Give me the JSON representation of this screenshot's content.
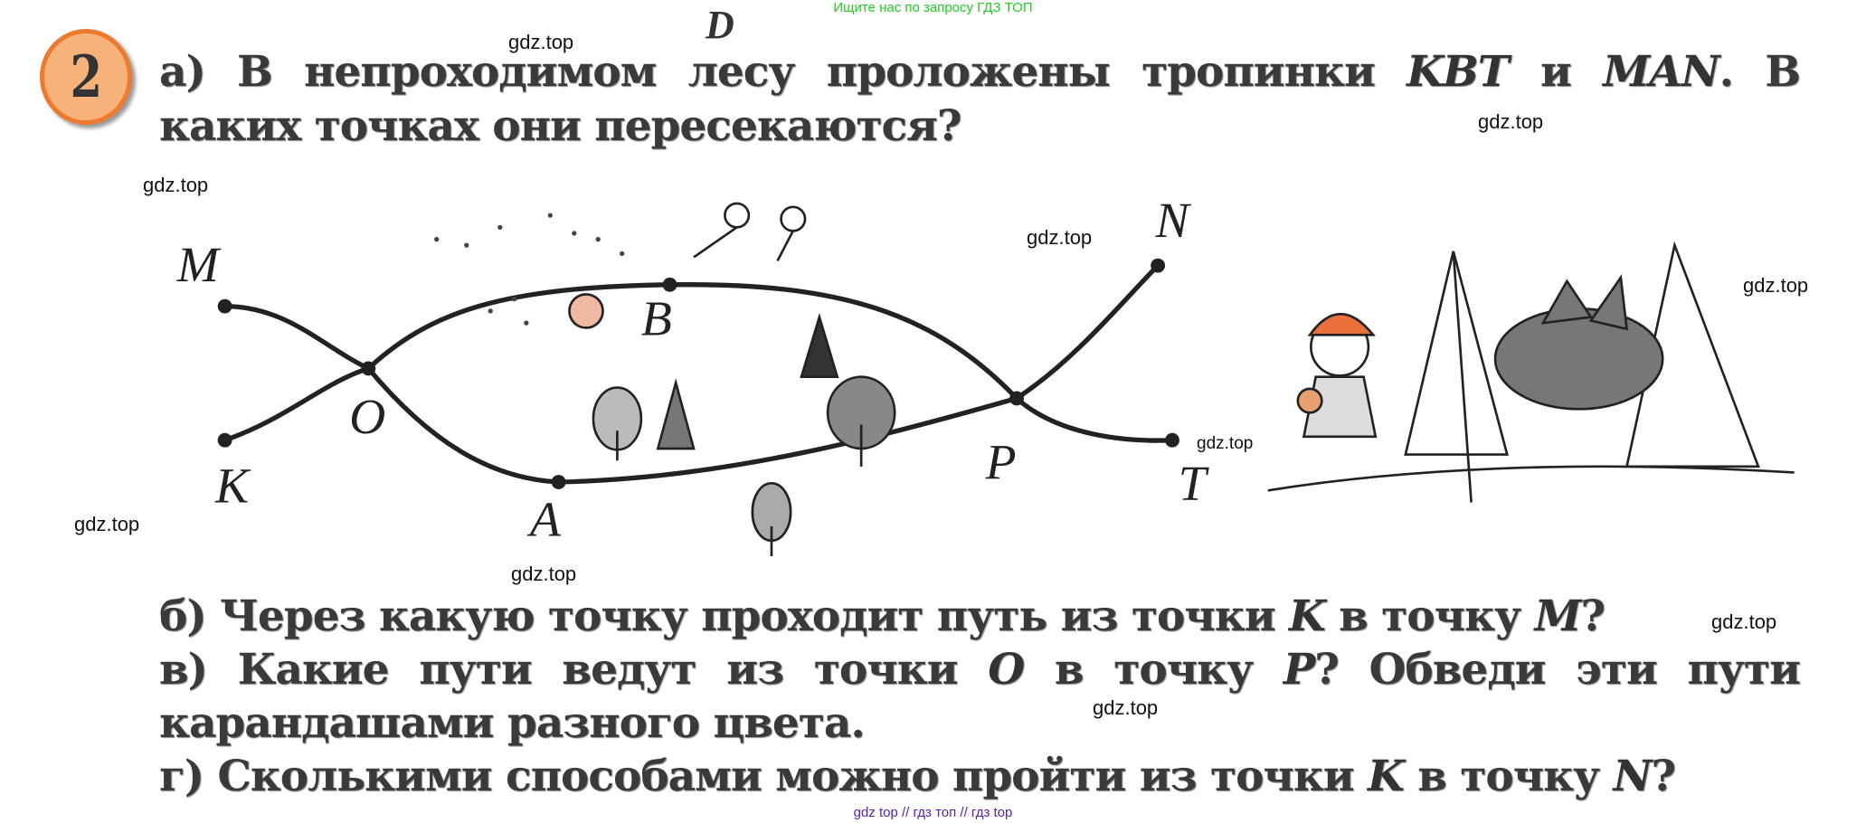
{
  "header_note": "Ищите нас по запросу ГДЗ ТОП",
  "task_number": "2",
  "fragment_letter": "D",
  "part_a": {
    "prefix": "а) В непроходимом лесу проложены тропинки ",
    "path1": "KBT",
    "middle": " и ",
    "path2": "MAN",
    "suffix": ". В",
    "line2": "каких точках они пересекаются?"
  },
  "part_b": {
    "prefix": "б) Через какую точку проходит путь из точки ",
    "from": "K",
    "middle": " в точку ",
    "to": "M",
    "suffix": "?"
  },
  "part_c": {
    "prefix": "в) Какие пути ведут из точки ",
    "from": "O",
    "middle": " в точку ",
    "to": "P",
    "suffix": "? Обведи эти пути",
    "line2": "карандашами разного цвета."
  },
  "part_d": {
    "prefix": "г) Сколькими способами можно пройти из точки ",
    "from": "K",
    "middle": " в точку ",
    "to": "N",
    "suffix": "?"
  },
  "diagram": {
    "labels": {
      "M": "M",
      "K": "K",
      "O": "O",
      "B": "B",
      "A": "A",
      "P": "P",
      "N": "N",
      "T": "T"
    }
  },
  "watermark": "gdz.top",
  "footer": "gdz top  //  гдз топ  //  гдз top",
  "colors": {
    "badge_fill": "#f7b27a",
    "badge_ring": "#ee7a30",
    "header_note": "#22cc22",
    "footer": "#5b1fa8"
  }
}
